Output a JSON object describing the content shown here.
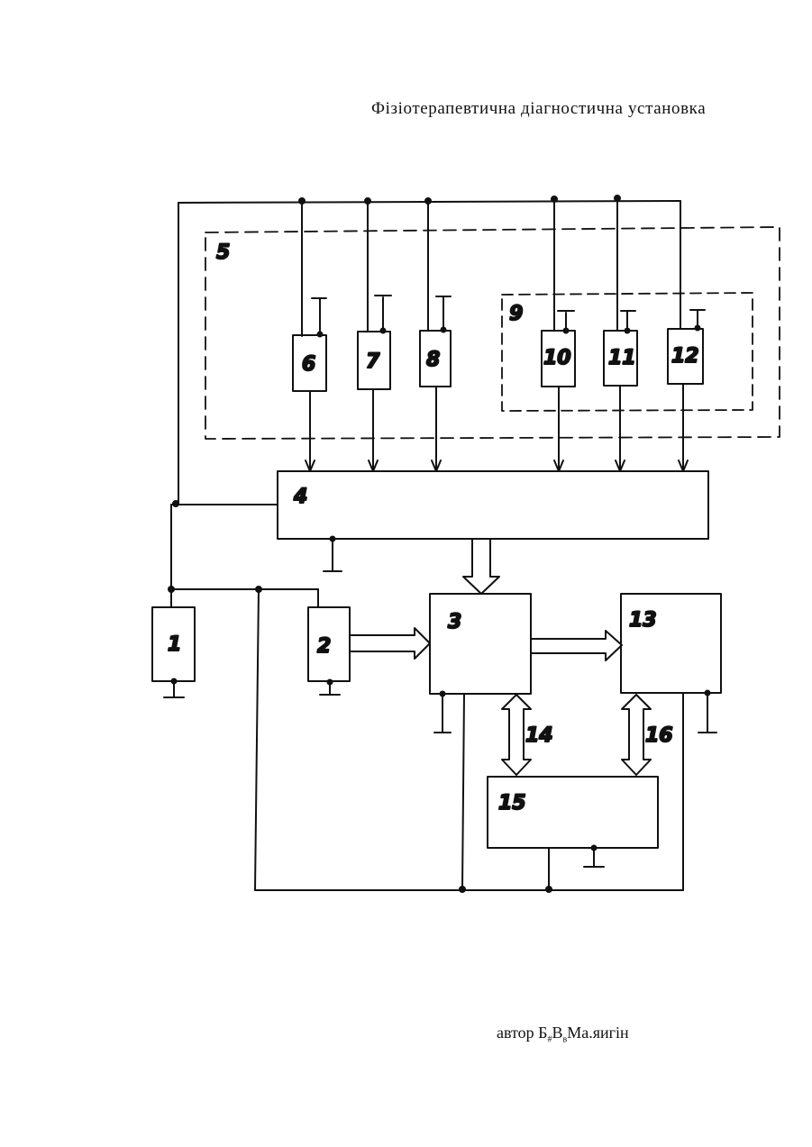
{
  "title": "Фізіотерапевтична діагностична установка",
  "author": {
    "prefix": "автор Б",
    "sub1": "#",
    "mid": "В",
    "sub2": "в",
    "suffix": "Ма.яигін"
  },
  "blocks": {
    "b1": "1",
    "b2": "2",
    "b3": "3",
    "b4": "4",
    "b5": "5",
    "b6": "6",
    "b7": "7",
    "b8": "8",
    "b9": "9",
    "b10": "10",
    "b11": "11",
    "b12": "12",
    "b13": "13",
    "b15": "15"
  },
  "links": {
    "l14": "14",
    "l16": "16"
  }
}
